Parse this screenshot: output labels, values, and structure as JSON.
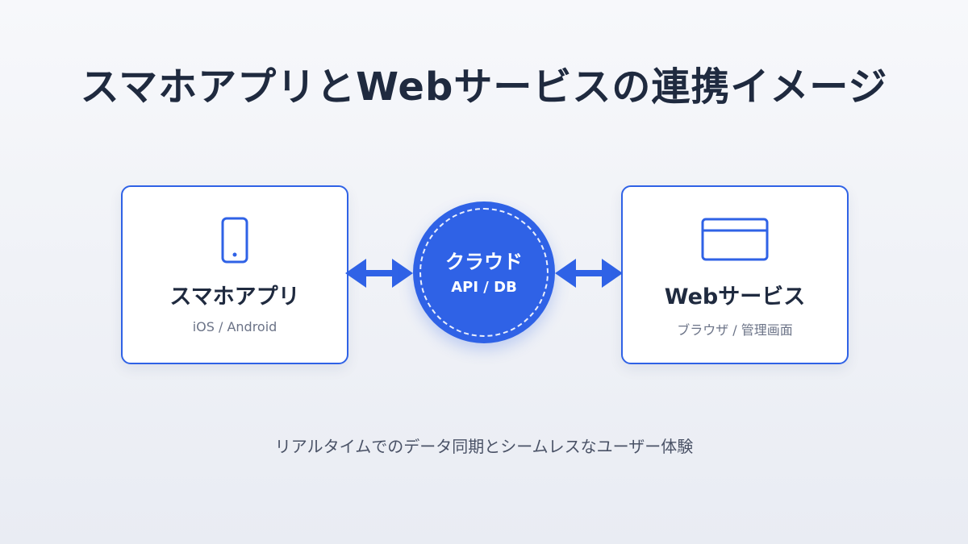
{
  "title": "スマホアプリとWebサービスの連携イメージ",
  "nodes": {
    "app": {
      "name": "スマホアプリ",
      "sub": "iOS / Android",
      "icon": "smartphone-icon"
    },
    "cloud": {
      "name": "クラウド",
      "sub": "API / DB"
    },
    "web": {
      "name": "Webサービス",
      "sub": "ブラウザ / 管理画面",
      "icon": "browser-window-icon"
    }
  },
  "caption": "リアルタイムでのデータ同期とシームレスなユーザー体験",
  "colors": {
    "accent": "#2f62e6",
    "text": "#1f2a3f",
    "muted": "#6b7387"
  }
}
